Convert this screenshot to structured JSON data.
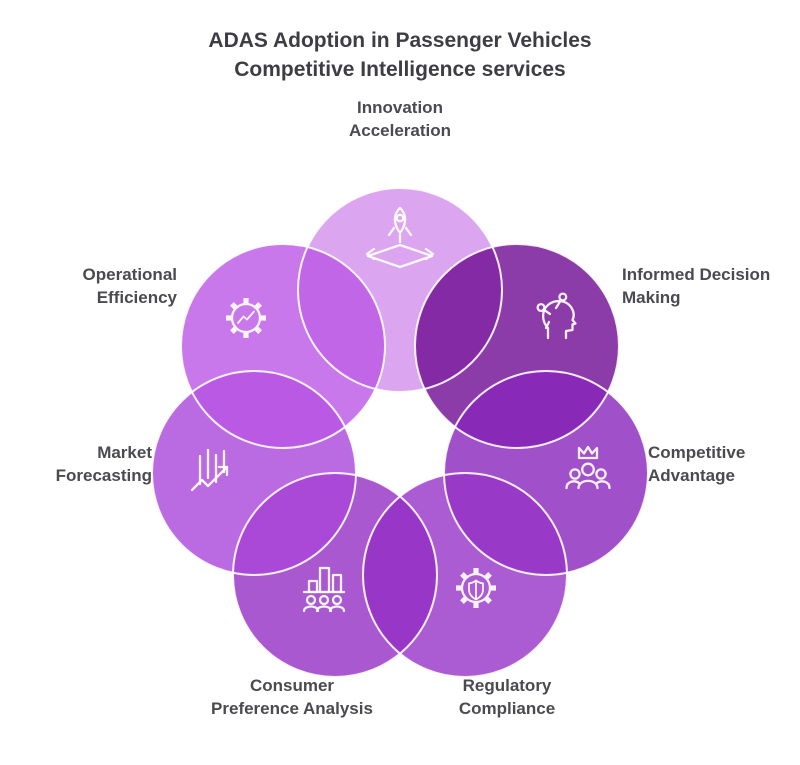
{
  "title": {
    "line1": "ADAS Adoption in Passenger Vehicles",
    "line2": "Competitive Intelligence services"
  },
  "colors": {
    "background": "#FFFFFF",
    "title_color": "#3D3D44",
    "text_color": "#4A4A50",
    "outline_color": "#FFFFFF",
    "icon_color": "#FFFFFF"
  },
  "petals": [
    {
      "name": "innovation-acceleration",
      "label_line1": "Innovation",
      "label_line2": "Acceleration",
      "icon": "rocket-launch-icon",
      "fill": "#D38FEB"
    },
    {
      "name": "informed-decision-making",
      "label_line1": "Informed Decision",
      "label_line2": "Making",
      "icon": "mind-decision-icon",
      "fill": "#6E0B92"
    },
    {
      "name": "competitive-advantage",
      "label_line1": "Competitive",
      "label_line2": "Advantage",
      "icon": "team-crown-icon",
      "fill": "#8824BA"
    },
    {
      "name": "regulatory-compliance",
      "label_line1": "Regulatory",
      "label_line2": "Compliance",
      "icon": "gear-shield-icon",
      "fill": "#9733C7"
    },
    {
      "name": "consumer-preference-analysis",
      "label_line1": "Consumer",
      "label_line2": "Preference Analysis",
      "icon": "bars-people-icon",
      "fill": "#942EC4"
    },
    {
      "name": "market-forecasting",
      "label_line1": "Market",
      "label_line2": "Forecasting",
      "icon": "trend-arrow-icon",
      "fill": "#AA46DA"
    },
    {
      "name": "operational-efficiency",
      "label_line1": "Operational",
      "label_line2": "Efficiency",
      "icon": "gear-chart-icon",
      "fill": "#BA56E5"
    }
  ]
}
